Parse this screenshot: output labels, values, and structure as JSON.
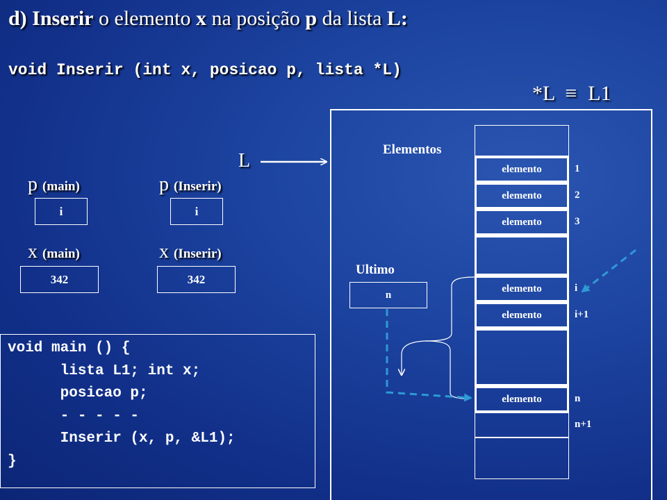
{
  "title": {
    "part1": "d) Inserir",
    "part2": " o elemento ",
    "part3": "x",
    "part4": " na posição ",
    "part5": "p",
    "part6": " da lista ",
    "part7": "L:"
  },
  "signature": "void Inserir (int x, posicao p, lista *L)",
  "equivalence": {
    "left": "*L",
    "symbol": "≡",
    "right": "L1"
  },
  "pointer_label": "L",
  "params": {
    "p_main": {
      "name": "p",
      "scope": "(main)",
      "value": "i"
    },
    "p_inserir": {
      "name": "p",
      "scope": "(Inserir)",
      "value": "i"
    },
    "x_main": {
      "name": "x",
      "scope": "(main)",
      "value": "342"
    },
    "x_inserir": {
      "name": "x",
      "scope": "(Inserir)",
      "value": "342"
    }
  },
  "code": [
    "void main () {",
    "      lista L1; int x;",
    "      posicao p;",
    "      - - - - -",
    "      Inserir (x, p, &L1);",
    "}"
  ],
  "list": {
    "elements_label": "Elementos",
    "last_label": "Ultimo",
    "last_value": "n",
    "element_text": "elemento",
    "cells": [
      {
        "text": "",
        "index": ""
      },
      {
        "text": "elemento",
        "index": "1"
      },
      {
        "text": "elemento",
        "index": "2"
      },
      {
        "text": "elemento",
        "index": "3"
      },
      {
        "text": "",
        "index": ""
      },
      {
        "text": "elemento",
        "index": "i"
      },
      {
        "text": "elemento",
        "index": "i+1"
      },
      {
        "text": "",
        "index": ""
      },
      {
        "text": "elemento",
        "index": "n"
      },
      {
        "text": "",
        "index": "n+1"
      },
      {
        "text": "",
        "index": ""
      }
    ]
  },
  "colors": {
    "arrow_dashed": "#2e9ad6",
    "background": "#1c44a0",
    "line": "#ffffff"
  }
}
